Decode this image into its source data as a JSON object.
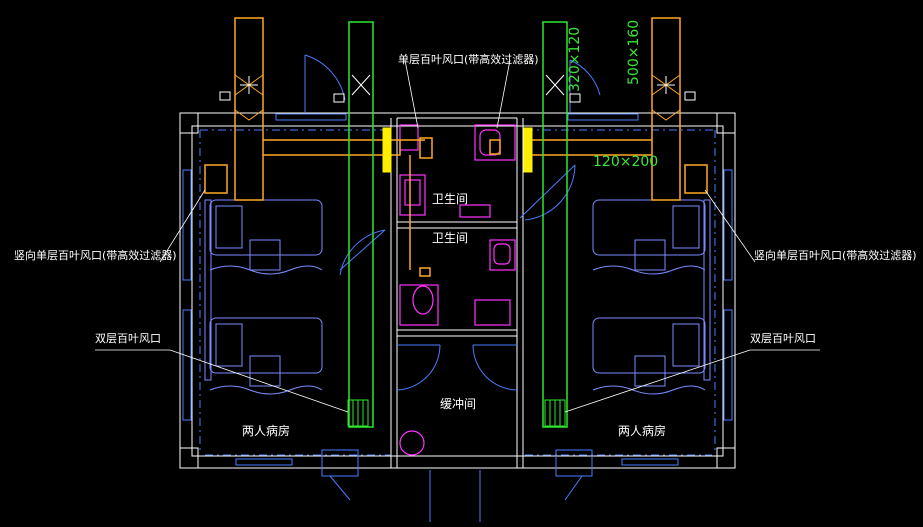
{
  "labels": {
    "single_louver_filter": "单层百叶风口(带高效过滤器)",
    "vertical_single_louver_left": "竖向单层百叶风口(带高效过滤器)",
    "vertical_single_louver_right": "竖向单层百叶风口(带高效过滤器)",
    "double_louver_left": "双层百叶风口",
    "double_louver_right": "双层百叶风口",
    "bathroom_upper": "卫生间",
    "bathroom_lower": "卫生间",
    "buffer_room": "缓冲间",
    "ward_left": "两人病房",
    "ward_right": "两人病房"
  },
  "dimensions": {
    "duct_1": "320×120",
    "duct_2": "500×160",
    "duct_3": "120×200"
  },
  "colors": {
    "background": "#000000",
    "supply_duct": "#ffa726",
    "exhaust_duct": "#2ee82e",
    "wall": "#ffffff",
    "furniture": "#7a8cff",
    "sanitary": "#ff33ff",
    "air_valve": "#ffee00",
    "door": "#4a7bff",
    "text": "#ffffff",
    "dimension_text": "#39e639"
  }
}
